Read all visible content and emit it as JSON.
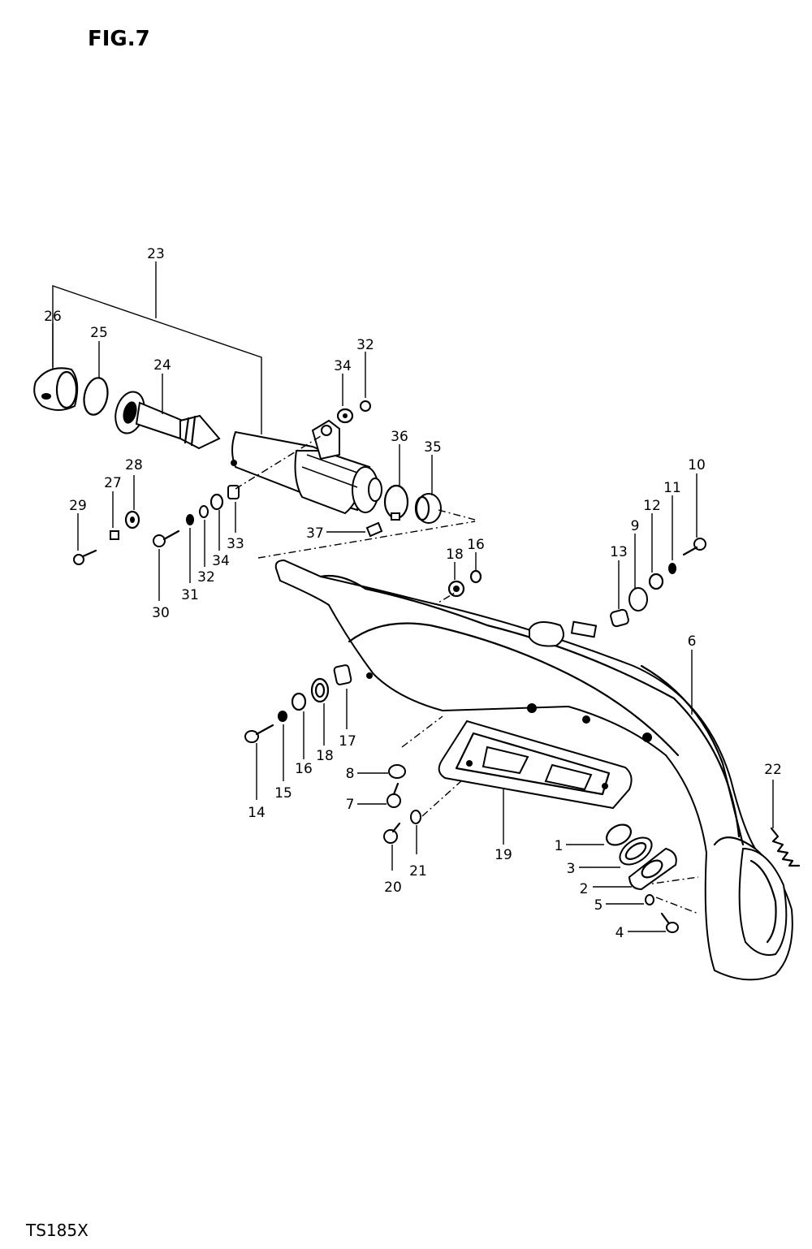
{
  "figure": {
    "title": "FIG.7",
    "model": "TS185X"
  },
  "callouts": {
    "c1": "1",
    "c2": "2",
    "c3": "3",
    "c4": "4",
    "c5": "5",
    "c6": "6",
    "c7": "7",
    "c8": "8",
    "c9": "9",
    "c10": "10",
    "c11": "11",
    "c12": "12",
    "c13": "13",
    "c14": "14",
    "c15": "15",
    "c16a": "16",
    "c16b": "16",
    "c17": "17",
    "c18a": "18",
    "c18b": "18",
    "c19": "19",
    "c20": "20",
    "c21": "21",
    "c22": "22",
    "c23": "23",
    "c24": "24",
    "c25": "25",
    "c26": "26",
    "c27": "27",
    "c28": "28",
    "c29": "29",
    "c30": "30",
    "c31": "31",
    "c32a": "32",
    "c32b": "32",
    "c33": "33",
    "c34a": "34",
    "c34b": "34",
    "c35": "35",
    "c36": "36",
    "c37": "37"
  }
}
